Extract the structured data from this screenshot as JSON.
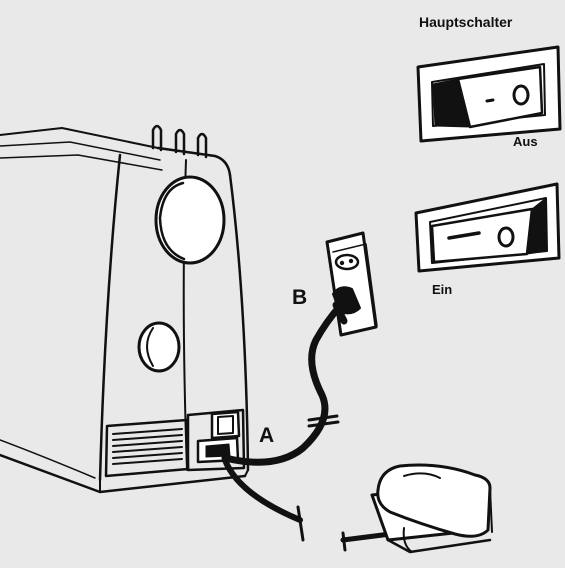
{
  "labels": {
    "main_switch_title": "Hauptschalter",
    "switch_off": "Aus",
    "switch_on": "Ein",
    "plug_b": "B",
    "socket_a": "A"
  },
  "colors": {
    "background": "#e9e9e9",
    "line": "#111111",
    "fill": "#ffffff"
  }
}
